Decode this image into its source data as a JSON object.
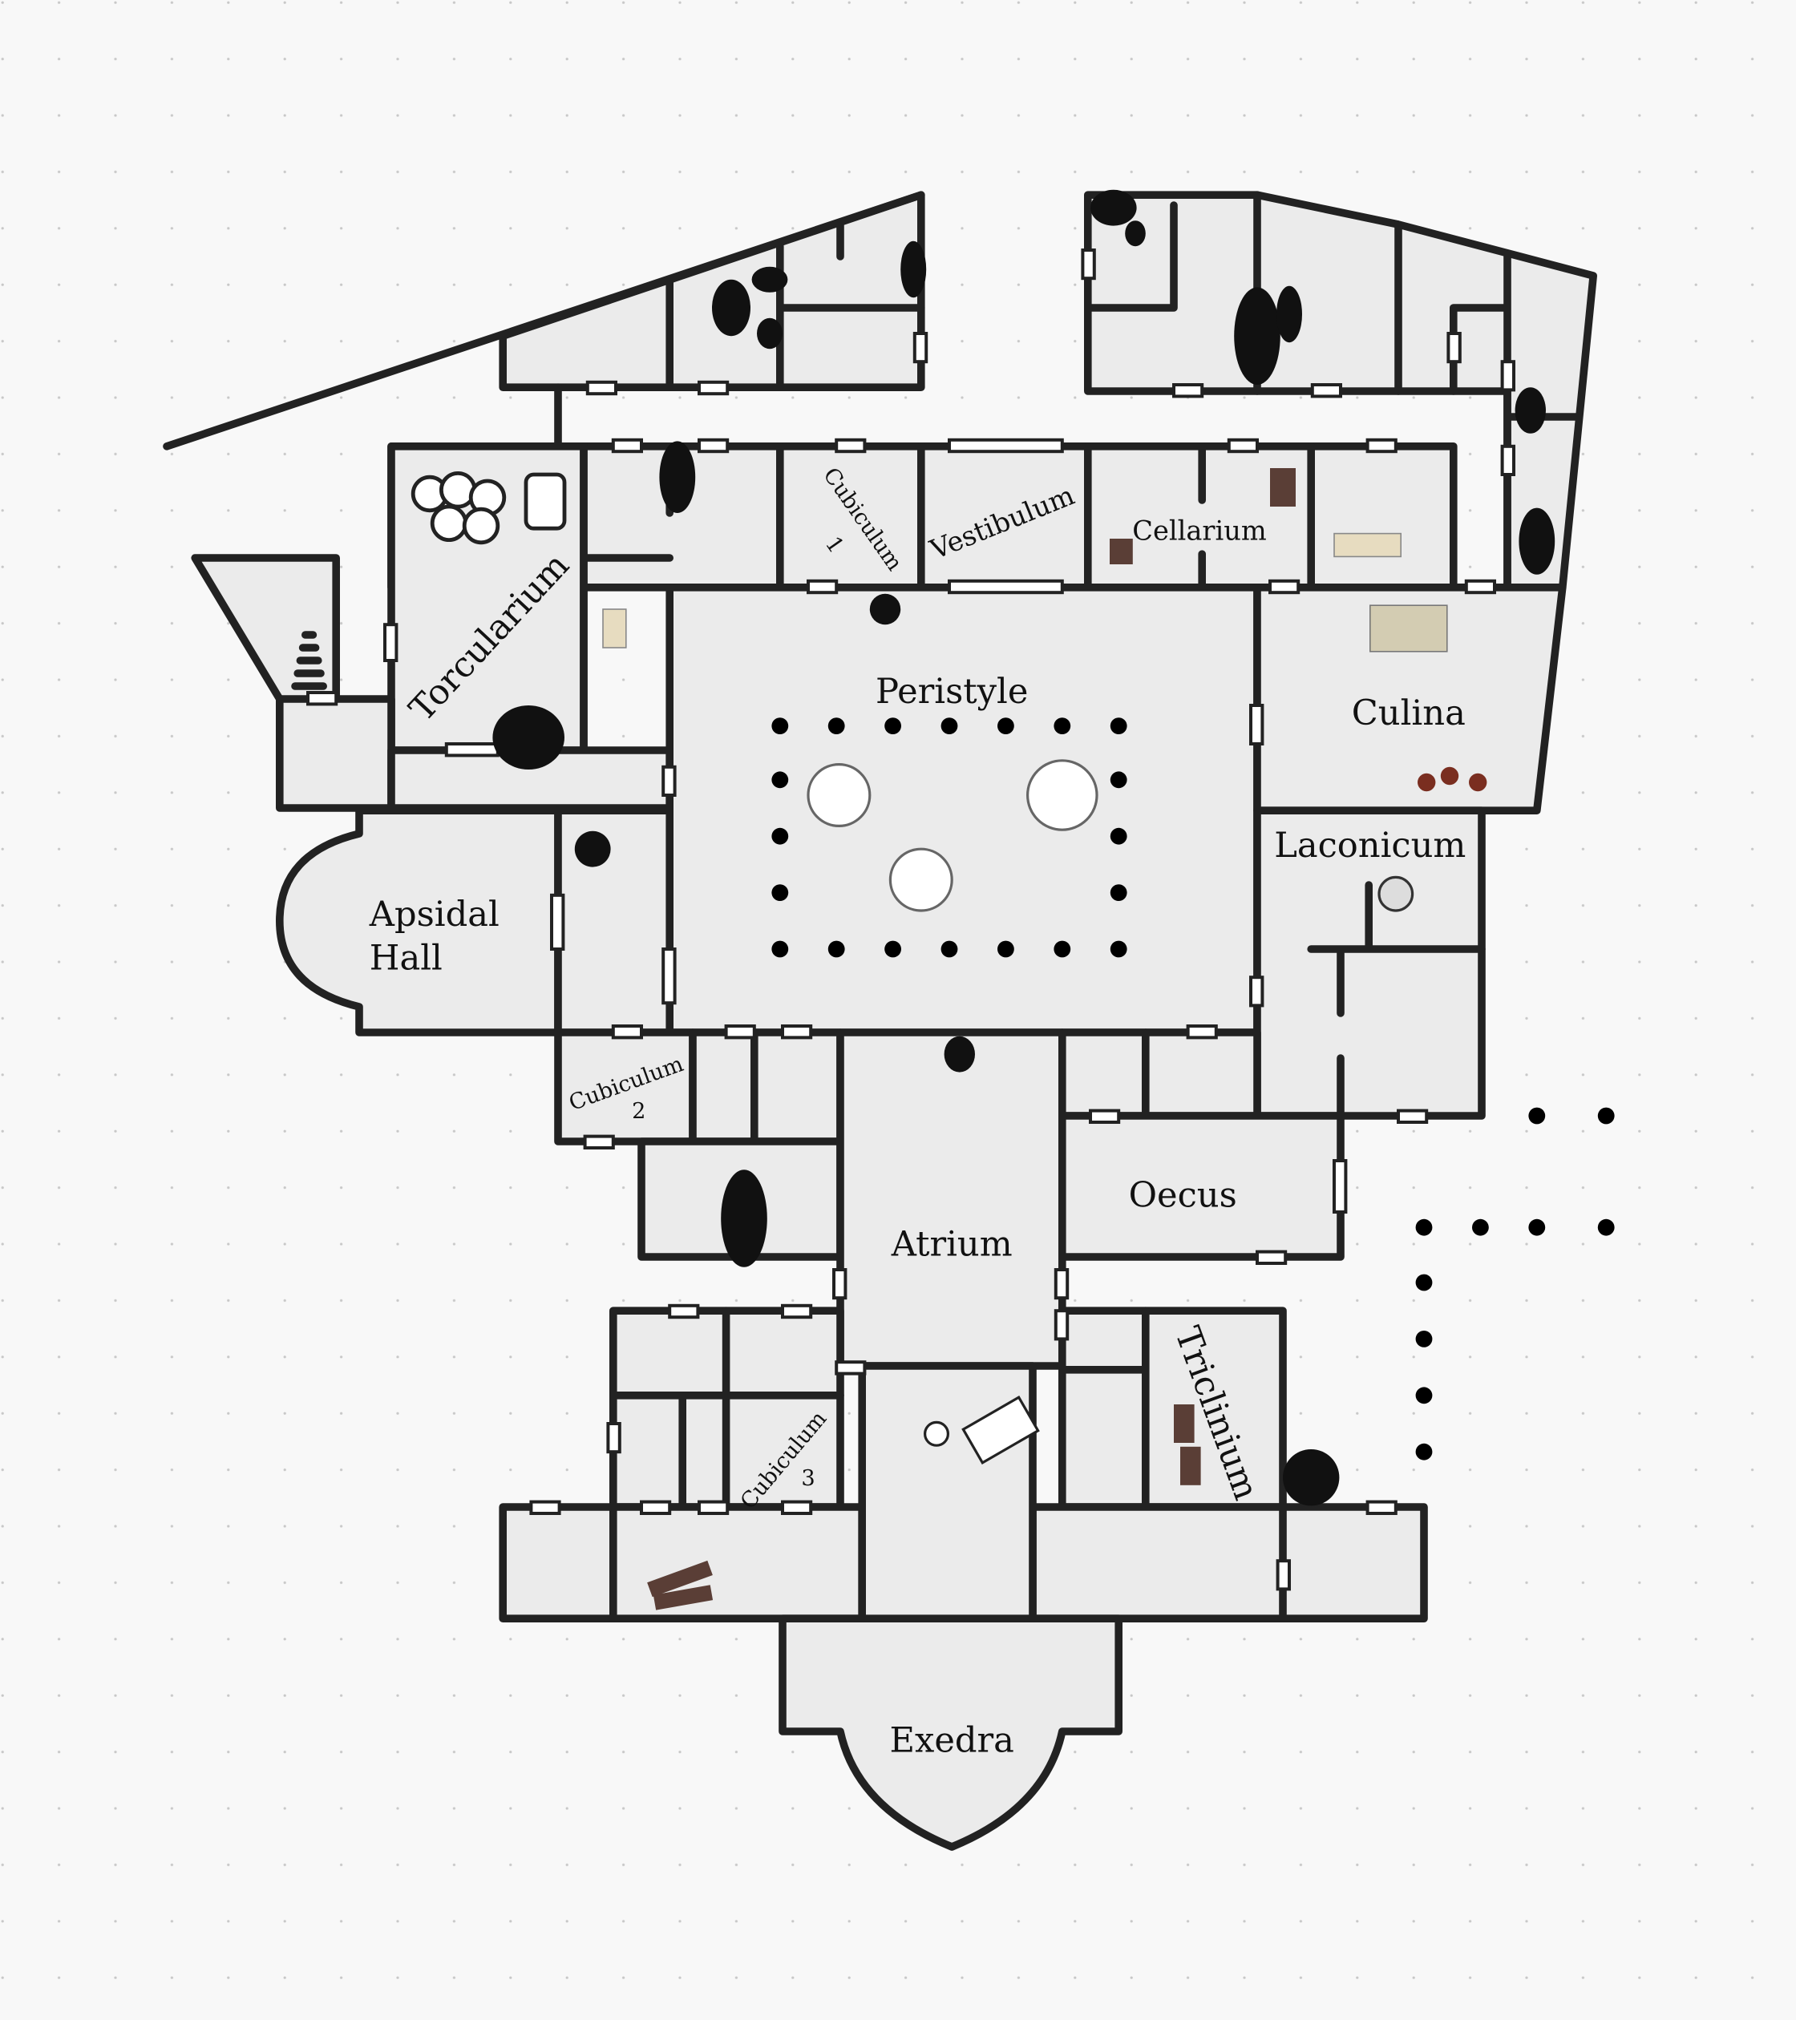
{
  "map": {
    "rooms": {
      "peristyle": "Peristyle",
      "culina": "Culina",
      "laconicum": "Laconicum",
      "apsidal_hall_1": "Apsidal",
      "apsidal_hall_2": "Hall",
      "torcularium": "Torcularium",
      "cubiculum_1": "Cubiculum",
      "cubiculum_1_num": "1",
      "vestibulum": "Vestibulum",
      "cellarium": "Cellarium",
      "cubiculum_2": "Cubiculum",
      "cubiculum_2_num": "2",
      "oecus": "Oecus",
      "atrium": "Atrium",
      "triclinium": "Triclinium",
      "cubiculum_3": "Cubiculum",
      "cubiculum_3_num": "3",
      "exedra": "Exedra"
    },
    "colors": {
      "background": "#f8f8f8",
      "floor": "#ebebeb",
      "wall": "#222222",
      "door": "#ffffff",
      "furniture": "#5a3e36"
    },
    "icons": [
      "column-dots",
      "rubble",
      "barrels",
      "stairs",
      "table-chairs",
      "bushes",
      "crates",
      "well"
    ]
  }
}
